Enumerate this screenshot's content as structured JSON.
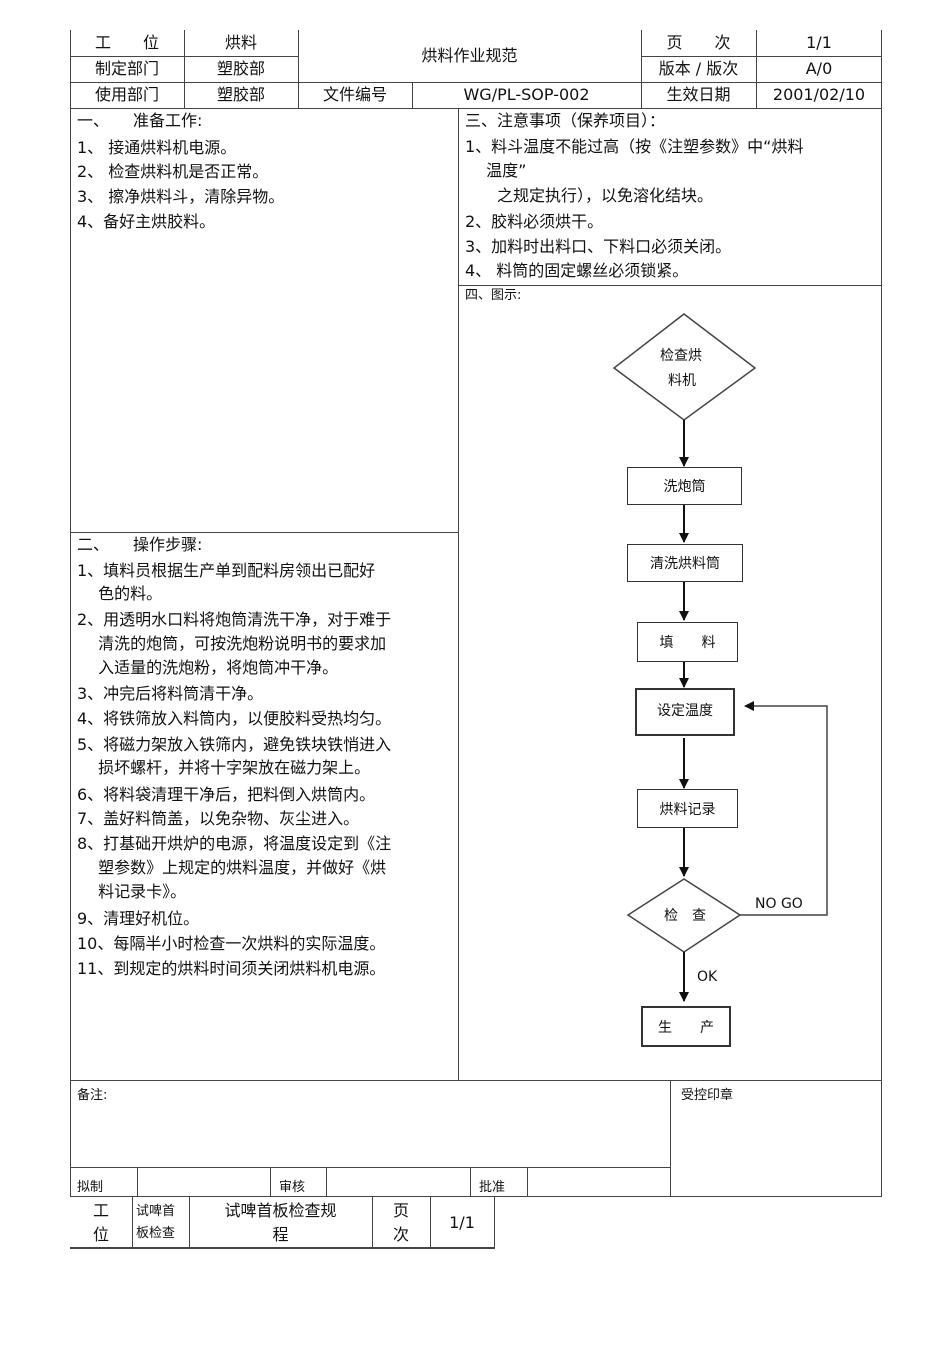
{
  "header": {
    "row1": {
      "station_label": "工　　位",
      "station_value": "烘料",
      "title": "烘料作业规范",
      "page_label": "页　　次",
      "page_value": "1/1"
    },
    "row2": {
      "dept_label": "制定部门",
      "dept_value": "塑胶部",
      "version_label": "版本 / 版次",
      "version_value": "A/0"
    },
    "row3": {
      "use_dept_label": "使用部门",
      "use_dept_value": "塑胶部",
      "doc_no_label": "文件编号",
      "doc_no_value": "WG/PL-SOP-002",
      "effective_label": "生效日期",
      "effective_value": "2001/02/10"
    }
  },
  "preparation": {
    "title": "一、　　准备工作:",
    "items": [
      "1、 接通烘料机电源。",
      "2、 检查烘料机是否正常。",
      "3、 擦净烘料斗，清除异物。",
      "4、备好主烘胶料。"
    ]
  },
  "operation": {
    "title": "二、　　操作步骤:",
    "lines": [
      "1、填料员根据生产单到配料房领出已配好",
      "　 色的料。",
      "2、用透明水口料将炮筒清洗干净，对于难于",
      "　 清洗的炮筒，可按洗炮粉说明书的要求加",
      "　 入适量的洗炮粉，将炮筒冲干净。",
      "3、冲完后将料筒清干净。",
      "4、将铁筛放入料筒内，以便胶料受热均匀。",
      "5、将磁力架放入铁筛内，避免铁块铁悄进入",
      "　 损坏螺杆，并将十字架放在磁力架上。",
      "6、将料袋清理干净后，把料倒入烘筒内。",
      "7、盖好料筒盖，以免杂物、灰尘进入。",
      "8、打基础开烘炉的电源，将温度设定到《注",
      "　 塑参数》上规定的烘料温度，并做好《烘",
      "　 料记录卡》。",
      "9、清理好机位。",
      "10、每隔半小时检查一次烘料的实际温度。",
      "11、到规定的烘料时间须关闭烘料机电源。"
    ]
  },
  "notes": {
    "title": "三、注意事项（保养项目）：",
    "lines": [
      "1、料斗温度不能过高（按《注塑参数》中“烘料",
      "　 温度”",
      "　　之规定执行），以免溶化结块。",
      "2、胶料必须烘干。",
      "3、加料时出料口、下料口必须关闭。",
      "4、 料筒的固定螺丝必须锁紧。"
    ]
  },
  "diagram": {
    "title": "四、图示:",
    "nodes": {
      "check_machine": [
        "检查烘",
        "料机"
      ],
      "wash_barrel": "洗炮筒",
      "clean_hopper": "清洗烘料筒",
      "fill": "填　　料",
      "set_temp": "设定温度",
      "record": "烘料记录",
      "inspect": "检　查",
      "produce": "生　　产"
    },
    "edges": {
      "no_go": "NO GO",
      "ok": "OK"
    }
  },
  "footer": {
    "remarks_label": "备注:",
    "stamp_label": "受控印章",
    "drafted_label": "拟制",
    "reviewed_label": "审核",
    "approved_label": "批准"
  },
  "overflow_row": {
    "station_label": "工\n位",
    "station_value": "试啤首\n板检查",
    "title": "试啤首板检查规\n程",
    "page_label": "页\n次",
    "page_value": "1/1"
  }
}
